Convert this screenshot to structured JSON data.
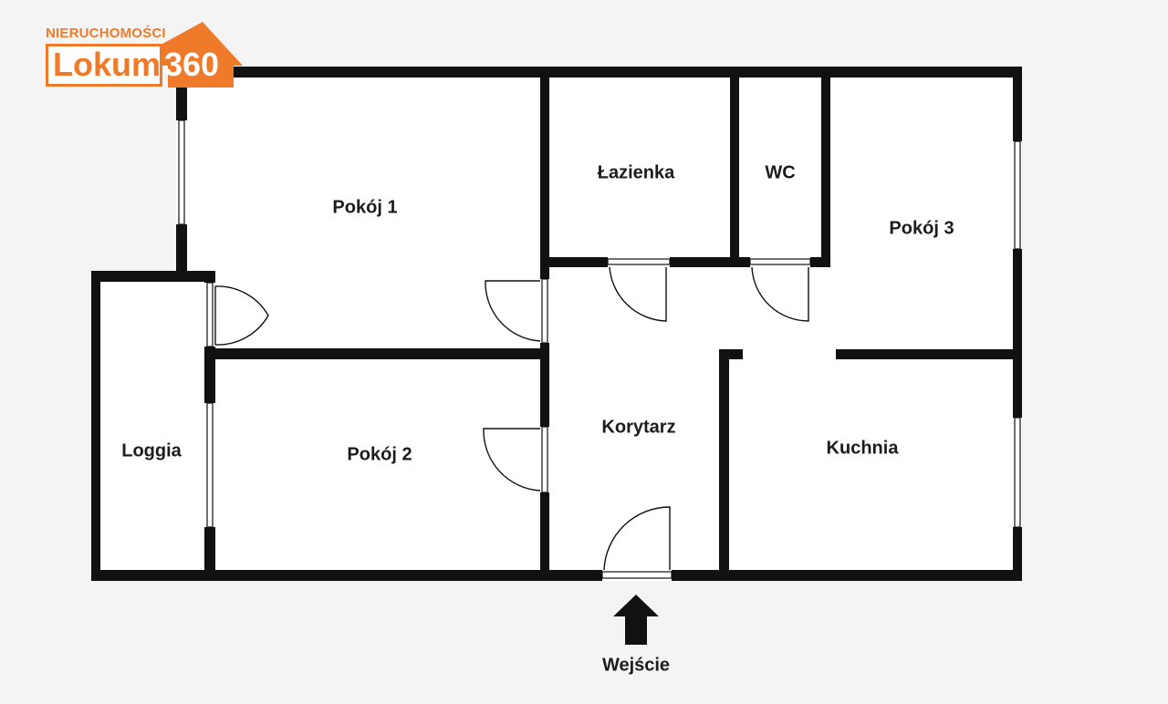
{
  "logo": {
    "top_text": "NIERUCHOMOŚCI",
    "name": "Lokum",
    "number": "360",
    "color": "#ef7b2a"
  },
  "rooms": {
    "pokoj1": "Pokój 1",
    "lazienka": "Łazienka",
    "wc": "WC",
    "pokoj3": "Pokój 3",
    "loggia": "Loggia",
    "pokoj2": "Pokój 2",
    "korytarz": "Korytarz",
    "kuchnia": "Kuchnia"
  },
  "entrance": {
    "label": "Wejście",
    "icon": "arrow-up-icon"
  },
  "colors": {
    "wall": "#111111",
    "room_fill": "#ffffff",
    "background": "#f4f4f4"
  }
}
